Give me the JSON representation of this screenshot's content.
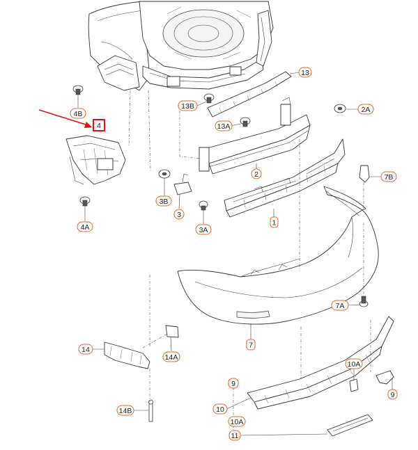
{
  "colors": {
    "callout_outline": "#e4662a",
    "highlight": "#e01010",
    "line": "#333333"
  },
  "callouts": {
    "c13": "13",
    "c13B": "13B",
    "c13A": "13A",
    "c2A": "2A",
    "c2": "2",
    "c7B": "7B",
    "c1": "1",
    "c4B": "4B",
    "c4": "4",
    "c4A": "4A",
    "c3B": "3B",
    "c3": "3",
    "c3A": "3A",
    "c7A": "7A",
    "c7": "7",
    "c14": "14",
    "c14A": "14A",
    "c14B": "14B",
    "c10A_right": "10A",
    "c9_right": "9",
    "c9_left": "9",
    "c10": "10",
    "c10A_left": "10A",
    "c11": "11"
  },
  "highlighted_part": "4",
  "indicator_arrow": "red-arrow-pointing-to-part-4"
}
